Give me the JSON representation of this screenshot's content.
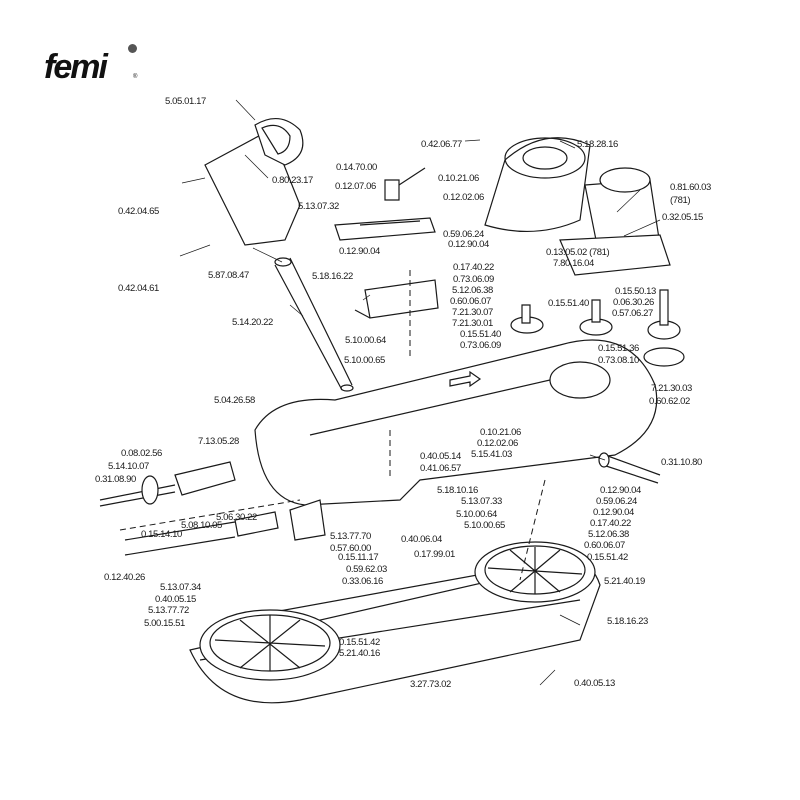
{
  "brand": {
    "logo_text": "femi",
    "registered_mark": "®"
  },
  "diagram": {
    "title": "Exploded parts diagram - band saw",
    "labels": [
      {
        "id": "5.05.01.17",
        "text": "5.05.01.17"
      },
      {
        "id": "0.80.23.17",
        "text": "0.80.23.17"
      },
      {
        "id": "0.42.04.65",
        "text": "0.42.04.65"
      },
      {
        "id": "0.42.04.61",
        "text": "0.42.04.61"
      },
      {
        "id": "5.87.08.47",
        "text": "5.87.08.47"
      },
      {
        "id": "5.14.20.22",
        "text": "5.14.20.22"
      },
      {
        "id": "0.42.06.77",
        "text": "0.42.06.77"
      },
      {
        "id": "5.18.28.16",
        "text": "5.18.28.16"
      },
      {
        "id": "0.14.70.00",
        "text": "0.14.70.00"
      },
      {
        "id": "0.12.07.06",
        "text": "0.12.07.06"
      },
      {
        "id": "0.10.21.06-top",
        "text": "0.10.21.06"
      },
      {
        "id": "0.12.02.06-top",
        "text": "0.12.02.06"
      },
      {
        "id": "5.13.07.32",
        "text": "5.13.07.32"
      },
      {
        "id": "0.59.06.24-top",
        "text": "0.59.06.24"
      },
      {
        "id": "0.12.90.04-a",
        "text": "0.12.90.04"
      },
      {
        "id": "0.12.90.04-b",
        "text": "0.12.90.04"
      },
      {
        "id": "0.81.60.03",
        "text": "0.81.60.03"
      },
      {
        "id": "781-a",
        "text": "(781)"
      },
      {
        "id": "0.32.05.15",
        "text": "0.32.05.15"
      },
      {
        "id": "0.13.05.02",
        "text": "0.13.05.02 (781)"
      },
      {
        "id": "7.80.16.04",
        "text": "7.80.16.04"
      },
      {
        "id": "5.18.16.22",
        "text": "5.18.16.22"
      },
      {
        "id": "0.17.40.22-top",
        "text": "0.17.40.22"
      },
      {
        "id": "0.73.06.09-a",
        "text": "0.73.06.09"
      },
      {
        "id": "5.12.06.38-top",
        "text": "5.12.06.38"
      },
      {
        "id": "0.60.06.07-top",
        "text": "0.60.06.07"
      },
      {
        "id": "7.21.30.07",
        "text": "7.21.30.07"
      },
      {
        "id": "7.21.30.01",
        "text": "7.21.30.01"
      },
      {
        "id": "0.15.51.40-a",
        "text": "0.15.51.40"
      },
      {
        "id": "0.15.51.40-b",
        "text": "0.15.51.40"
      },
      {
        "id": "0.73.06.09-b",
        "text": "0.73.06.09"
      },
      {
        "id": "0.15.50.13",
        "text": "0.15.50.13"
      },
      {
        "id": "0.06.30.26",
        "text": "0.06.30.26"
      },
      {
        "id": "0.57.06.27",
        "text": "0.57.06.27"
      },
      {
        "id": "0.15.51.36",
        "text": "0.15.51.36"
      },
      {
        "id": "0.73.08.10",
        "text": "0.73.08.10"
      },
      {
        "id": "7.21.30.03",
        "text": "7.21.30.03"
      },
      {
        "id": "0.60.62.02",
        "text": "0.60.62.02"
      },
      {
        "id": "5.10.00.64-top",
        "text": "5.10.00.64"
      },
      {
        "id": "5.10.00.65-top",
        "text": "5.10.00.65"
      },
      {
        "id": "5.04.26.58",
        "text": "5.04.26.58"
      },
      {
        "id": "0.10.21.06-mid",
        "text": "0.10.21.06"
      },
      {
        "id": "0.12.02.06-mid",
        "text": "0.12.02.06"
      },
      {
        "id": "5.15.41.03",
        "text": "5.15.41.03"
      },
      {
        "id": "0.40.05.14",
        "text": "0.40.05.14"
      },
      {
        "id": "0.41.06.57",
        "text": "0.41.06.57"
      },
      {
        "id": "0.31.10.80",
        "text": "0.31.10.80"
      },
      {
        "id": "5.18.10.16",
        "text": "5.18.10.16"
      },
      {
        "id": "5.13.07.33",
        "text": "5.13.07.33"
      },
      {
        "id": "5.10.00.64-mid",
        "text": "5.10.00.64"
      },
      {
        "id": "5.10.00.65-mid",
        "text": "5.10.00.65"
      },
      {
        "id": "0.12.90.04-c",
        "text": "0.12.90.04"
      },
      {
        "id": "0.59.06.24-mid",
        "text": "0.59.06.24"
      },
      {
        "id": "0.12.90.04-d",
        "text": "0.12.90.04"
      },
      {
        "id": "0.17.40.22-mid",
        "text": "0.17.40.22"
      },
      {
        "id": "5.12.06.38-mid",
        "text": "5.12.06.38"
      },
      {
        "id": "0.60.06.07-mid",
        "text": "0.60.06.07"
      },
      {
        "id": "0.15.51.42-mid",
        "text": "0.15.51.42"
      },
      {
        "id": "7.13.05.28",
        "text": "7.13.05.28"
      },
      {
        "id": "0.08.02.56",
        "text": "0.08.02.56"
      },
      {
        "id": "5.14.10.07",
        "text": "5.14.10.07"
      },
      {
        "id": "0.31.08.90",
        "text": "0.31.08.90"
      },
      {
        "id": "5.06.30.22",
        "text": "5.06.30.22"
      },
      {
        "id": "5.08.10.05",
        "text": "5.08.10.05"
      },
      {
        "id": "0.15.14.10",
        "text": "0.15.14.10"
      },
      {
        "id": "0.12.40.26",
        "text": "0.12.40.26"
      },
      {
        "id": "5.13.77.70",
        "text": "5.13.77.70"
      },
      {
        "id": "0.57.60.00",
        "text": "0.57.60.00"
      },
      {
        "id": "0.15.11.17",
        "text": "0.15.11.17"
      },
      {
        "id": "0.59.62.03",
        "text": "0.59.62.03"
      },
      {
        "id": "0.33.06.16",
        "text": "0.33.06.16"
      },
      {
        "id": "0.40.06.04",
        "text": "0.40.06.04"
      },
      {
        "id": "0.17.99.01",
        "text": "0.17.99.01"
      },
      {
        "id": "5.13.07.34",
        "text": "5.13.07.34"
      },
      {
        "id": "0.40.05.15",
        "text": "0.40.05.15"
      },
      {
        "id": "5.13.77.72",
        "text": "5.13.77.72"
      },
      {
        "id": "5.00.15.51",
        "text": "5.00.15.51"
      },
      {
        "id": "0.15.51.42-bot",
        "text": "0.15.51.42"
      },
      {
        "id": "5.21.40.16",
        "text": "5.21.40.16"
      },
      {
        "id": "5.21.40.19",
        "text": "5.21.40.19"
      },
      {
        "id": "5.18.16.23",
        "text": "5.18.16.23"
      },
      {
        "id": "3.27.73.02",
        "text": "3.27.73.02"
      },
      {
        "id": "0.40.05.13",
        "text": "0.40.05.13"
      }
    ]
  }
}
